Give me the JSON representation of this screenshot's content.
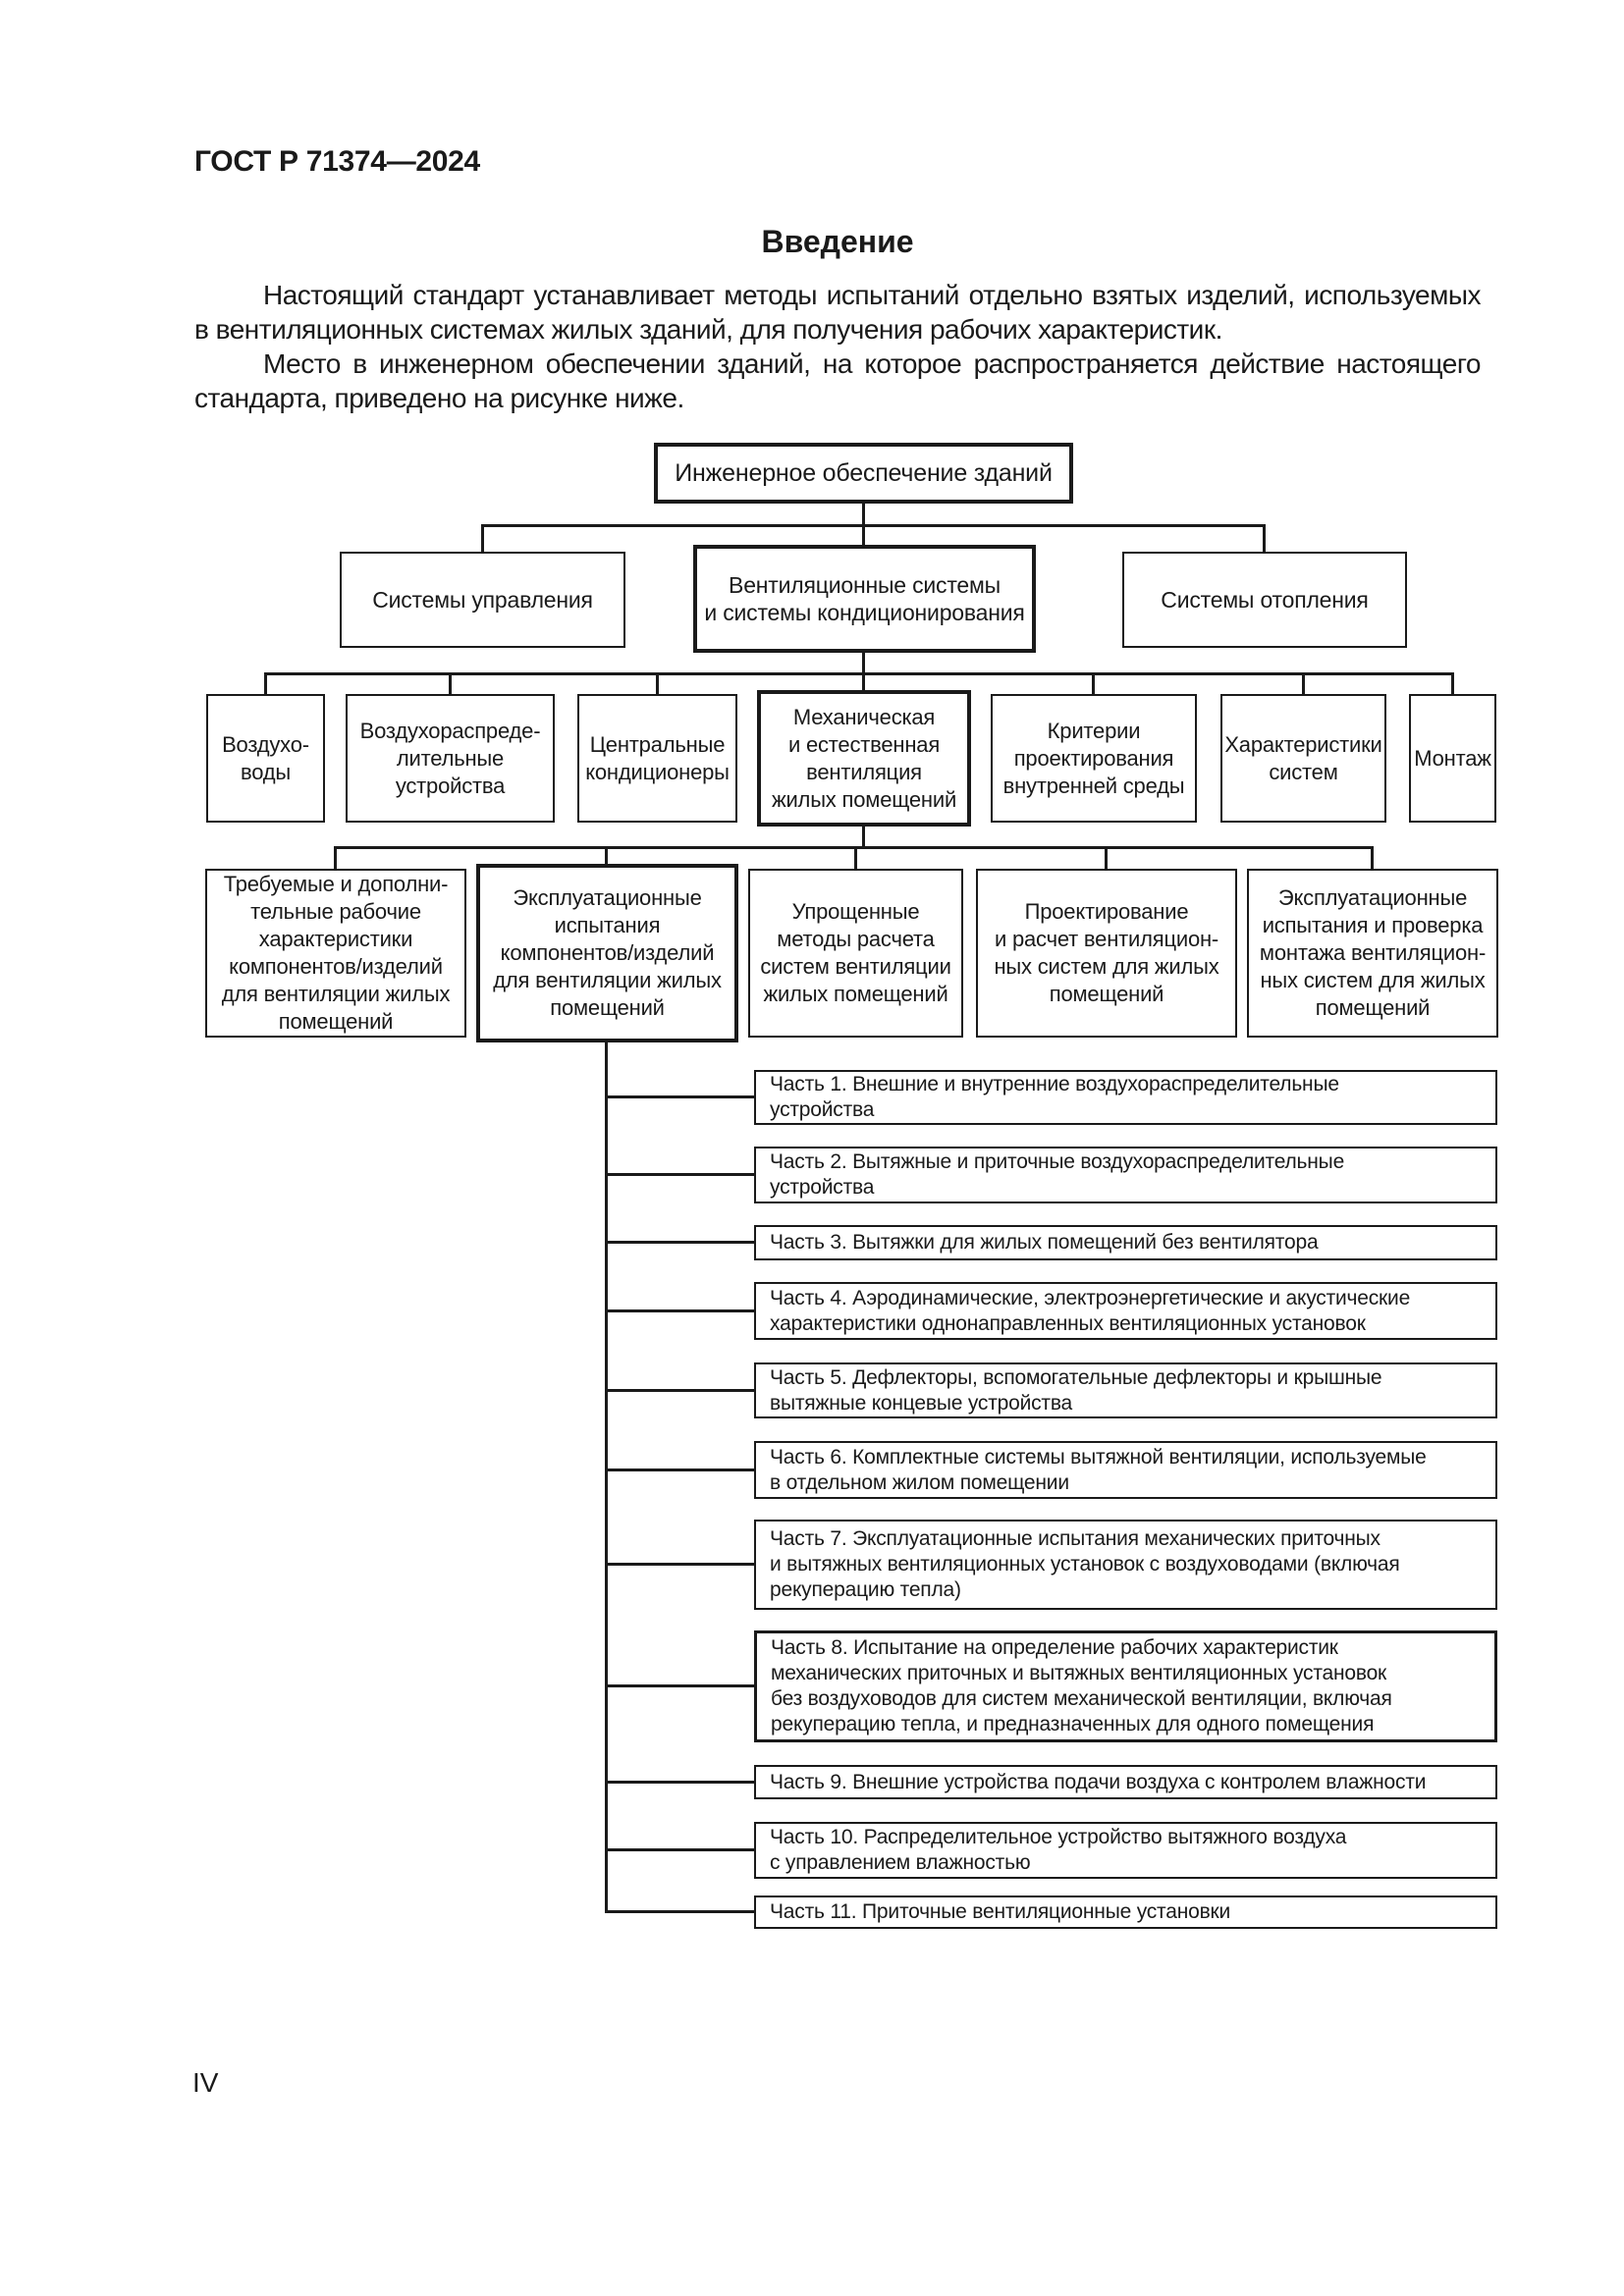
{
  "page": {
    "doc_code": "ГОСТ Р 71374—2024",
    "title": "Введение",
    "page_number": "IV",
    "paragraphs": [
      "Настоящий стандарт устанавливает методы испытаний отдельно взятых изделий, используемых в вентиляционных системах жилых зданий, для получения рабочих характеристик.",
      "Место в инженерном обеспечении зданий, на которое распространяется действие настоящего стандарта, приведено на рисунке ниже."
    ]
  },
  "colors": {
    "ink": "#1a1a1a",
    "paper": "#ffffff"
  },
  "diagram": {
    "root": "Инженерное обеспечение зданий",
    "level2": [
      "Системы управления",
      "Вентиляционные системы\nи системы кондиционирования",
      "Системы отопления"
    ],
    "level3": [
      "Воздухо-\nводы",
      "Воздухораспреде-\nлительные\nустройства",
      "Центральные\nкондиционеры",
      "Механическая\nи естественная\nвентиляция\nжилых помещений",
      "Критерии\nпроектирования\nвнутренней среды",
      "Характеристики\nсистем",
      "Монтаж"
    ],
    "level4": [
      "Требуемые и дополни-\nтельные рабочие\nхарактеристики\nкомпонентов/изделий\nдля вентиляции жилых\nпомещений",
      "Эксплуатационные\nиспытания\nкомпонентов/изделий\nдля вентиляции жилых\nпомещений",
      "Упрощенные\nметоды расчета\nсистем вентиляции\nжилых помещений",
      "Проектирование\nи расчет вентиляцион-\nных систем для жилых\nпомещений",
      "Эксплуатационные\nиспытания и проверка\nмонтажа вентиляцион-\nных систем для жилых\nпомещений"
    ],
    "parts": [
      "Часть 1. Внешние и внутренние воздухораспределительные\nустройства",
      "Часть 2. Вытяжные и приточные воздухораспределительные\nустройства",
      "Часть 3. Вытяжки для жилых помещений без вентилятора",
      "Часть 4. Аэродинамические, электроэнергетические и акустические\nхарактеристики однонаправленных вентиляционных установок",
      "Часть 5. Дефлекторы, вспомогательные дефлекторы и крышные\nвытяжные концевые устройства",
      "Часть 6. Комплектные системы вытяжной вентиляции, используемые\nв отдельном жилом помещении",
      "Часть 7. Эксплуатационные испытания механических приточных\nи вытяжных вентиляционных установок с воздуховодами (включая\nрекуперацию тепла)",
      "Часть 8. Испытание на определение рабочих характеристик\nмеханических приточных и вытяжных вентиляционных установок\nбез воздуховодов для систем механической вентиляции, включая\nрекуперацию тепла, и предназначенных для одного помещения",
      "Часть 9. Внешние устройства подачи воздуха с контролем влажности",
      "Часть 10. Распределительное устройство вытяжного воздуха\nс управлением влажностью",
      "Часть 11. Приточные вентиляционные установки"
    ]
  }
}
